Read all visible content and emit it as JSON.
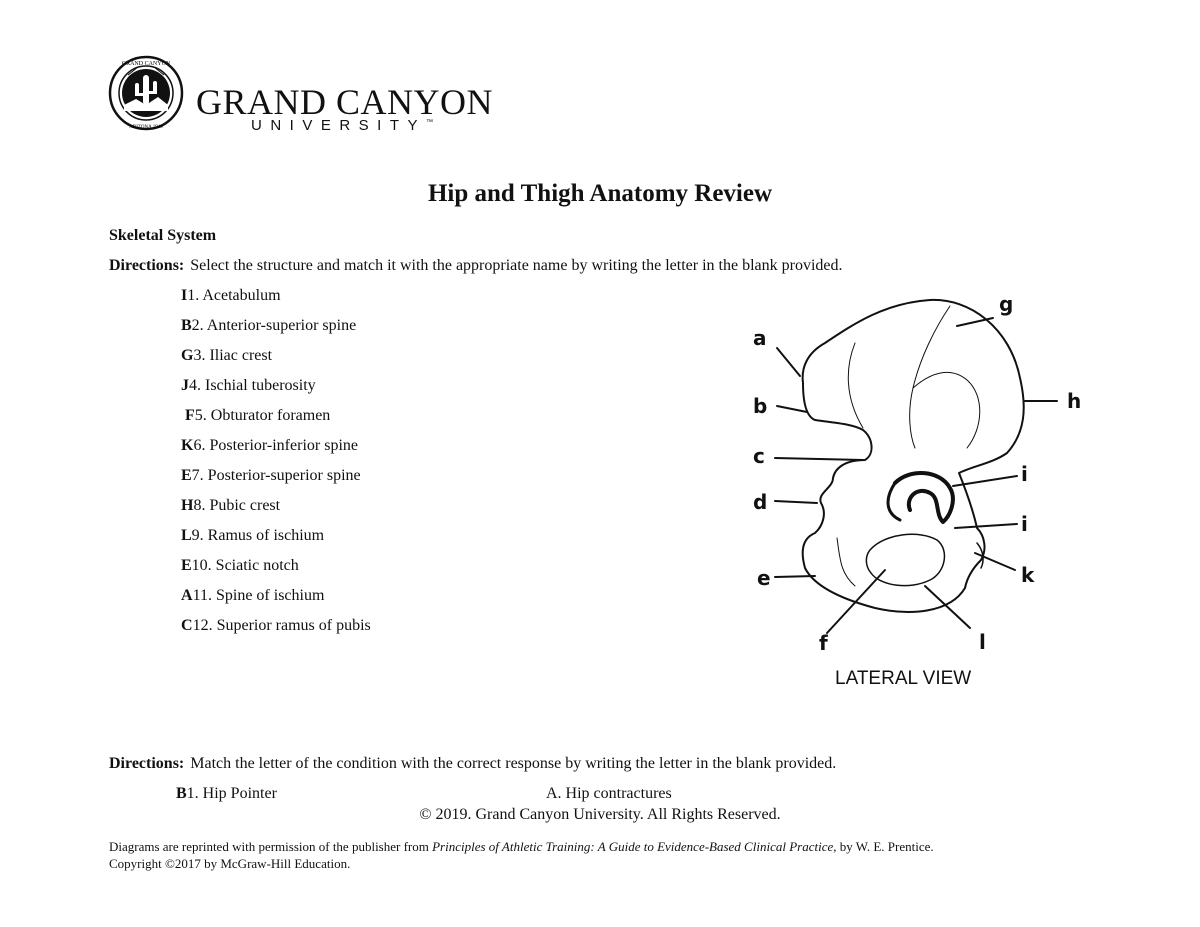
{
  "header": {
    "university_name": "GRAND CANYON",
    "university_sub": "UNIVERSITY",
    "trademark": "™",
    "seal_text": "GRAND CANYON UNIVERSITY · ARIZONA 1949"
  },
  "title": "Hip and Thigh Anatomy Review",
  "section_heading": "Skeletal System",
  "directions_1": {
    "label": "Directions:",
    "text": "Select the structure and match it with the appropriate name by writing the letter in the blank provided."
  },
  "skeletal_items": [
    {
      "answer": "I",
      "label": "1. Acetabulum"
    },
    {
      "answer": "B",
      "label": "2. Anterior-superior spine"
    },
    {
      "answer": "G",
      "label": "3. Iliac crest"
    },
    {
      "answer": "J",
      "label": "4. Ischial tuberosity"
    },
    {
      "answer": " F",
      "label": "5. Obturator foramen"
    },
    {
      "answer": "K",
      "label": "6. Posterior-inferior spine"
    },
    {
      "answer": "E",
      "label": "7. Posterior-superior spine"
    },
    {
      "answer": "H",
      "label": "8. Pubic crest"
    },
    {
      "answer": "L",
      "label": "9. Ramus of ischium"
    },
    {
      "answer": "E",
      "label": "10. Sciatic notch"
    },
    {
      "answer": "A",
      "label": "11. Spine of ischium"
    },
    {
      "answer": "C",
      "label": "12. Superior ramus of pubis"
    }
  ],
  "diagram": {
    "labels": {
      "a": "a",
      "b": "b",
      "c": "c",
      "d": "d",
      "e": "e",
      "f": "f",
      "g": "g",
      "h": "h",
      "i1": "i",
      "i2": "i",
      "k": "k",
      "l": "l"
    },
    "view_label": "LATERAL VIEW"
  },
  "directions_2": {
    "label": "Directions:",
    "text": "Match the letter of the condition with the correct response by writing the letter in the blank provided."
  },
  "conditions": {
    "left_answer": "B",
    "left_label": "1. Hip Pointer",
    "right_label": "A. Hip contractures"
  },
  "copyright": "© 2019. Grand Canyon University. All Rights Reserved.",
  "credit": {
    "prefix": "Diagrams are reprinted with permission of the publisher from ",
    "book": "Principles of Athletic Training: A Guide to Evidence-Based Clinical Practice",
    "suffix": ", by W. E. Prentice.",
    "line2": "Copyright ©2017 by McGraw-Hill Education."
  }
}
